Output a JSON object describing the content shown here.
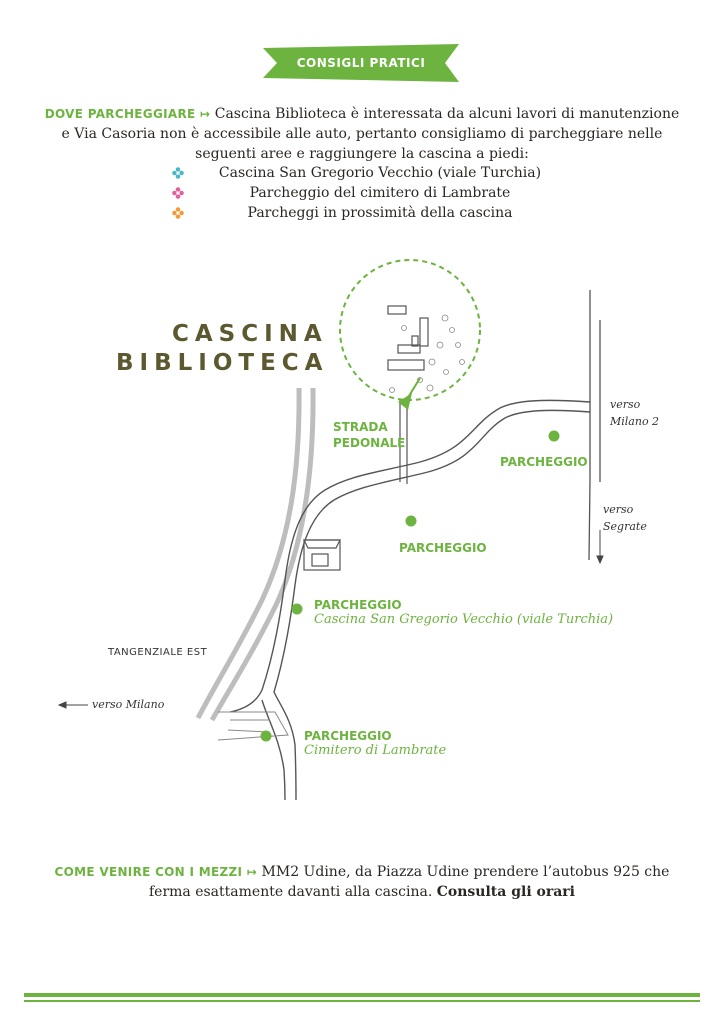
{
  "banner": {
    "label": "CONSIGLI PRATICI"
  },
  "parking": {
    "heading": "DOVE PARCHEGGIARE",
    "arrow": "↦",
    "text": "Cascina Biblioteca è interessata da alcuni lavori di manutenzione e Via Casoria non è accessibile alle auto, pertanto consigliamo di parcheggiare nelle seguenti aree e raggiungere la cascina a piedi:"
  },
  "legend": [
    {
      "label": "Cascina San Gregorio Vecchio (viale Turchia)",
      "color": "#4bb7c9"
    },
    {
      "label": "Parcheggio del cimitero di Lambrate",
      "color": "#e3609a"
    },
    {
      "label": "Parcheggi in prossimità della cascina",
      "color": "#f59a3a"
    }
  ],
  "map": {
    "title_line1": "CASCINA",
    "title_line2": "BIBLIOTECA",
    "strada_line1": "STRADA",
    "strada_line2": "PEDONALE",
    "parcheggio_1": "PARCHEGGIO",
    "parcheggio_2": "PARCHEGGIO",
    "parcheggio_3": "PARCHEGGIO",
    "parcheggio_3_sub": "Cascina San Gregorio Vecchio (viale Turchia)",
    "parcheggio_4": "PARCHEGGIO",
    "parcheggio_4_sub": "Cimitero di Lambrate",
    "tangenziale": "TANGENZIALE EST",
    "verso_milano": "verso Milano",
    "verso_milano2_line1": "verso",
    "verso_milano2_line2": "Milano 2",
    "verso_segrate_line1": "verso",
    "verso_segrate_line2": "Segrate",
    "marker_color": "#6db33f",
    "title_color": "#5c5830"
  },
  "transport": {
    "heading": "COME VENIRE CON I MEZZI",
    "arrow": "↦",
    "text": "MM2 Udine, da Piazza Udine prendere l’autobus 925 che ferma esattamente davanti alla cascina.",
    "link": "Consulta gli orari"
  }
}
